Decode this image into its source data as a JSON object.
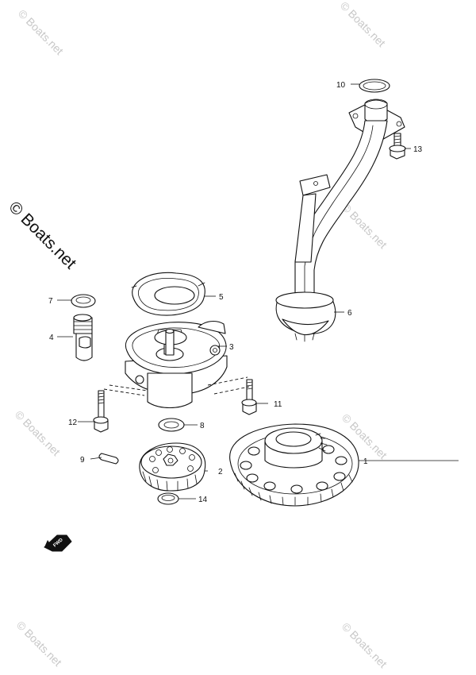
{
  "watermark": {
    "text": "© Boats.net",
    "primary_text": "© Boats.net",
    "color": "#c8c8c8"
  },
  "fwd_label": "FWD",
  "callouts": [
    {
      "id": "1",
      "label": "1"
    },
    {
      "id": "2",
      "label": "2"
    },
    {
      "id": "3",
      "label": "3"
    },
    {
      "id": "4",
      "label": "4"
    },
    {
      "id": "5",
      "label": "5"
    },
    {
      "id": "6",
      "label": "6"
    },
    {
      "id": "7",
      "label": "7"
    },
    {
      "id": "8",
      "label": "8"
    },
    {
      "id": "9",
      "label": "9"
    },
    {
      "id": "10",
      "label": "10"
    },
    {
      "id": "11",
      "label": "11"
    },
    {
      "id": "12",
      "label": "12"
    },
    {
      "id": "13",
      "label": "13"
    },
    {
      "id": "14",
      "label": "14"
    }
  ]
}
